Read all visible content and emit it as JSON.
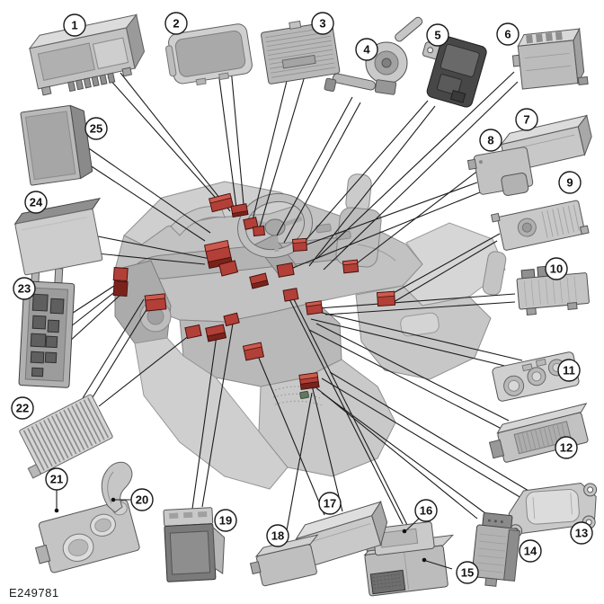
{
  "figure": {
    "code": "E249781"
  },
  "callouts": [
    {
      "label": "1"
    },
    {
      "label": "2"
    },
    {
      "label": "3"
    },
    {
      "label": "4"
    },
    {
      "label": "5"
    },
    {
      "label": "6"
    },
    {
      "label": "7"
    },
    {
      "label": "8"
    },
    {
      "label": "9"
    },
    {
      "label": "10"
    },
    {
      "label": "11"
    },
    {
      "label": "12"
    },
    {
      "label": "13"
    },
    {
      "label": "14"
    },
    {
      "label": "15"
    },
    {
      "label": "16"
    },
    {
      "label": "17"
    },
    {
      "label": "18"
    },
    {
      "label": "19"
    },
    {
      "label": "20"
    },
    {
      "label": "21"
    },
    {
      "label": "22"
    },
    {
      "label": "23"
    },
    {
      "label": "24"
    },
    {
      "label": "25"
    }
  ],
  "colors": {
    "connector_highlight": "#b24038",
    "connector_highlight_dark": "#7a231d",
    "leader_line": "#1c1c1c",
    "background": "#ffffff"
  }
}
